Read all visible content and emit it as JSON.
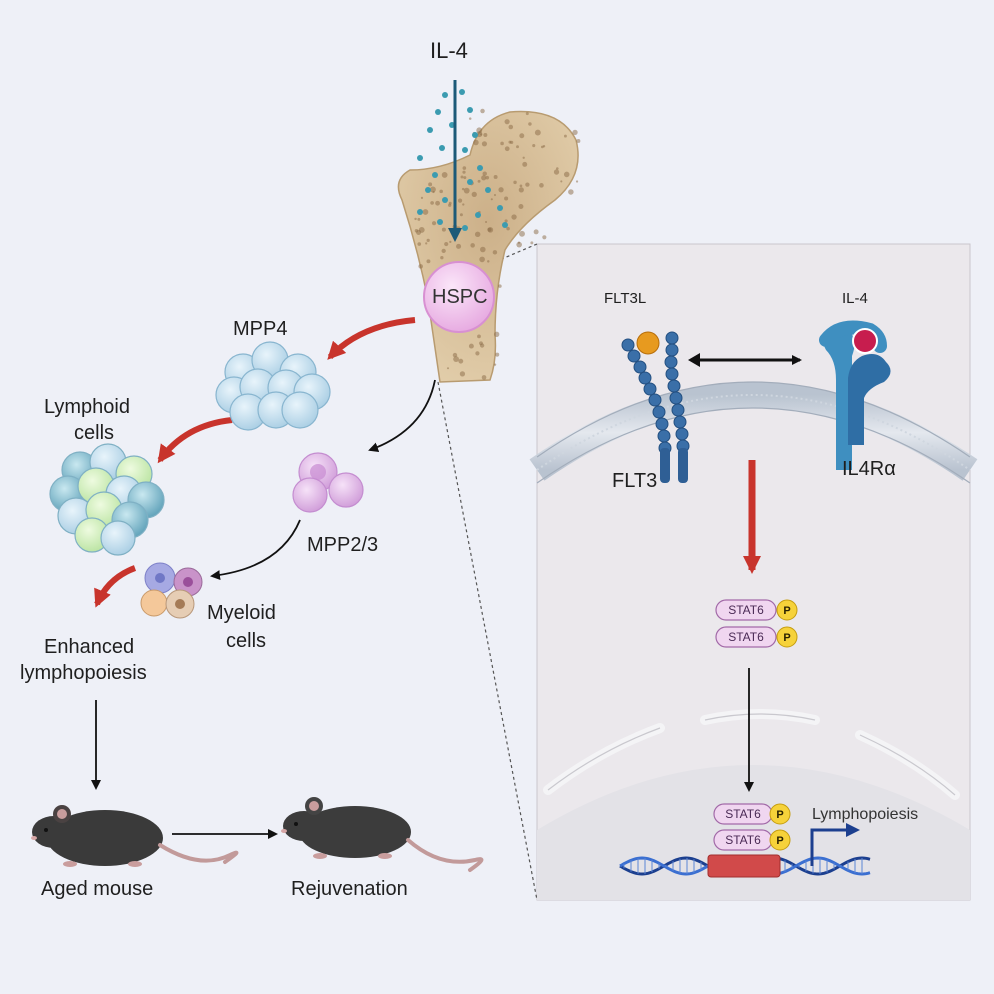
{
  "labels": {
    "il4_top": "IL-4",
    "hspc": "HSPC",
    "mpp4": "MPP4",
    "lymphoid_line1": "Lymphoid",
    "lymphoid_line2": "cells",
    "mpp23": "MPP2/3",
    "myeloid_line1": "Myeloid",
    "myeloid_line2": "cells",
    "enhanced_line1": "Enhanced",
    "enhanced_line2": "lymphopoiesis",
    "aged_mouse": "Aged mouse",
    "rejuvenation": "Rejuvenation",
    "flt3l": "FLT3L",
    "il4_receptor_ligand": "IL-4",
    "flt3": "FLT3",
    "il4ra": "IL4Rα",
    "stat6": "STAT6",
    "p": "P",
    "lymphopoiesis": "Lymphopoiesis"
  },
  "colors": {
    "background": "#eef0f7",
    "panel": "#ebe8ec",
    "red_arrow": "#c8342c",
    "black_arrow": "#111111",
    "bone": "#d8c09a",
    "hspc": "#f2c8ee",
    "receptor_blue": "#3a6fa8",
    "stat6": "#f0d6f0",
    "phospho": "#f6d23a",
    "dna": "#1c3f8f"
  }
}
